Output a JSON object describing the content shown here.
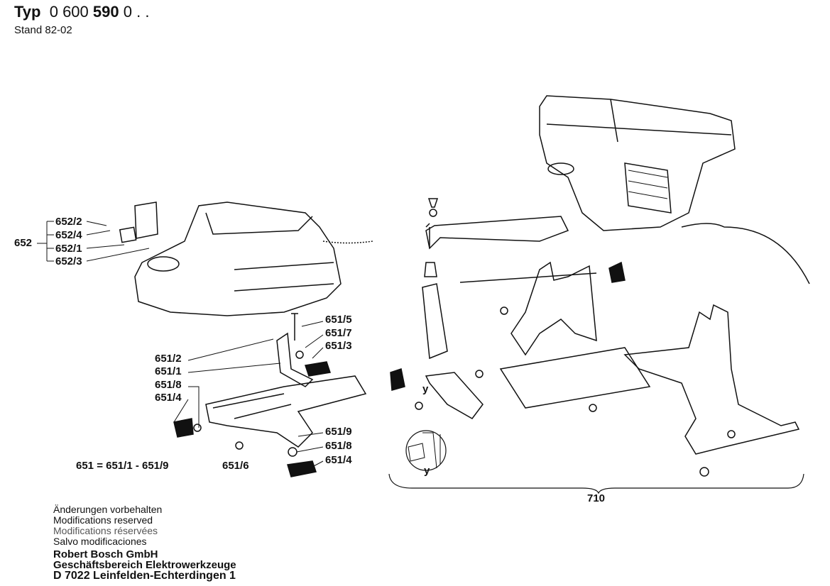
{
  "header": {
    "typ_label": "Typ",
    "typ_number_a": "0 600",
    "typ_number_b": "590",
    "typ_number_c": "0 . .",
    "stand": "Stand 82-02"
  },
  "labels": {
    "p652": "652",
    "p652_2": "652/2",
    "p652_4": "652/4",
    "p652_1": "652/1",
    "p652_3": "652/3",
    "p651_5": "651/5",
    "p651_7": "651/7",
    "p651_3": "651/3",
    "p651_2": "651/2",
    "p651_1": "651/1",
    "p651_8a": "651/8",
    "p651_4a": "651/4",
    "p651_9": "651/9",
    "p651_8b": "651/8",
    "p651_4b": "651/4",
    "p651_6": "651/6",
    "p651_eq": "651 = 651/1 - 651/9",
    "y1": "y",
    "y2": "y",
    "p710": "710"
  },
  "footer": {
    "lines": [
      "Änderungen vorbehalten",
      "Modifications reserved",
      "Modifications réservées",
      "Salvo modificaciones"
    ],
    "company": [
      "Robert Bosch GmbH",
      "Geschäftsbereich Elektrowerkzeuge",
      "D 7022 Leinfelden-Echterdingen 1"
    ]
  }
}
